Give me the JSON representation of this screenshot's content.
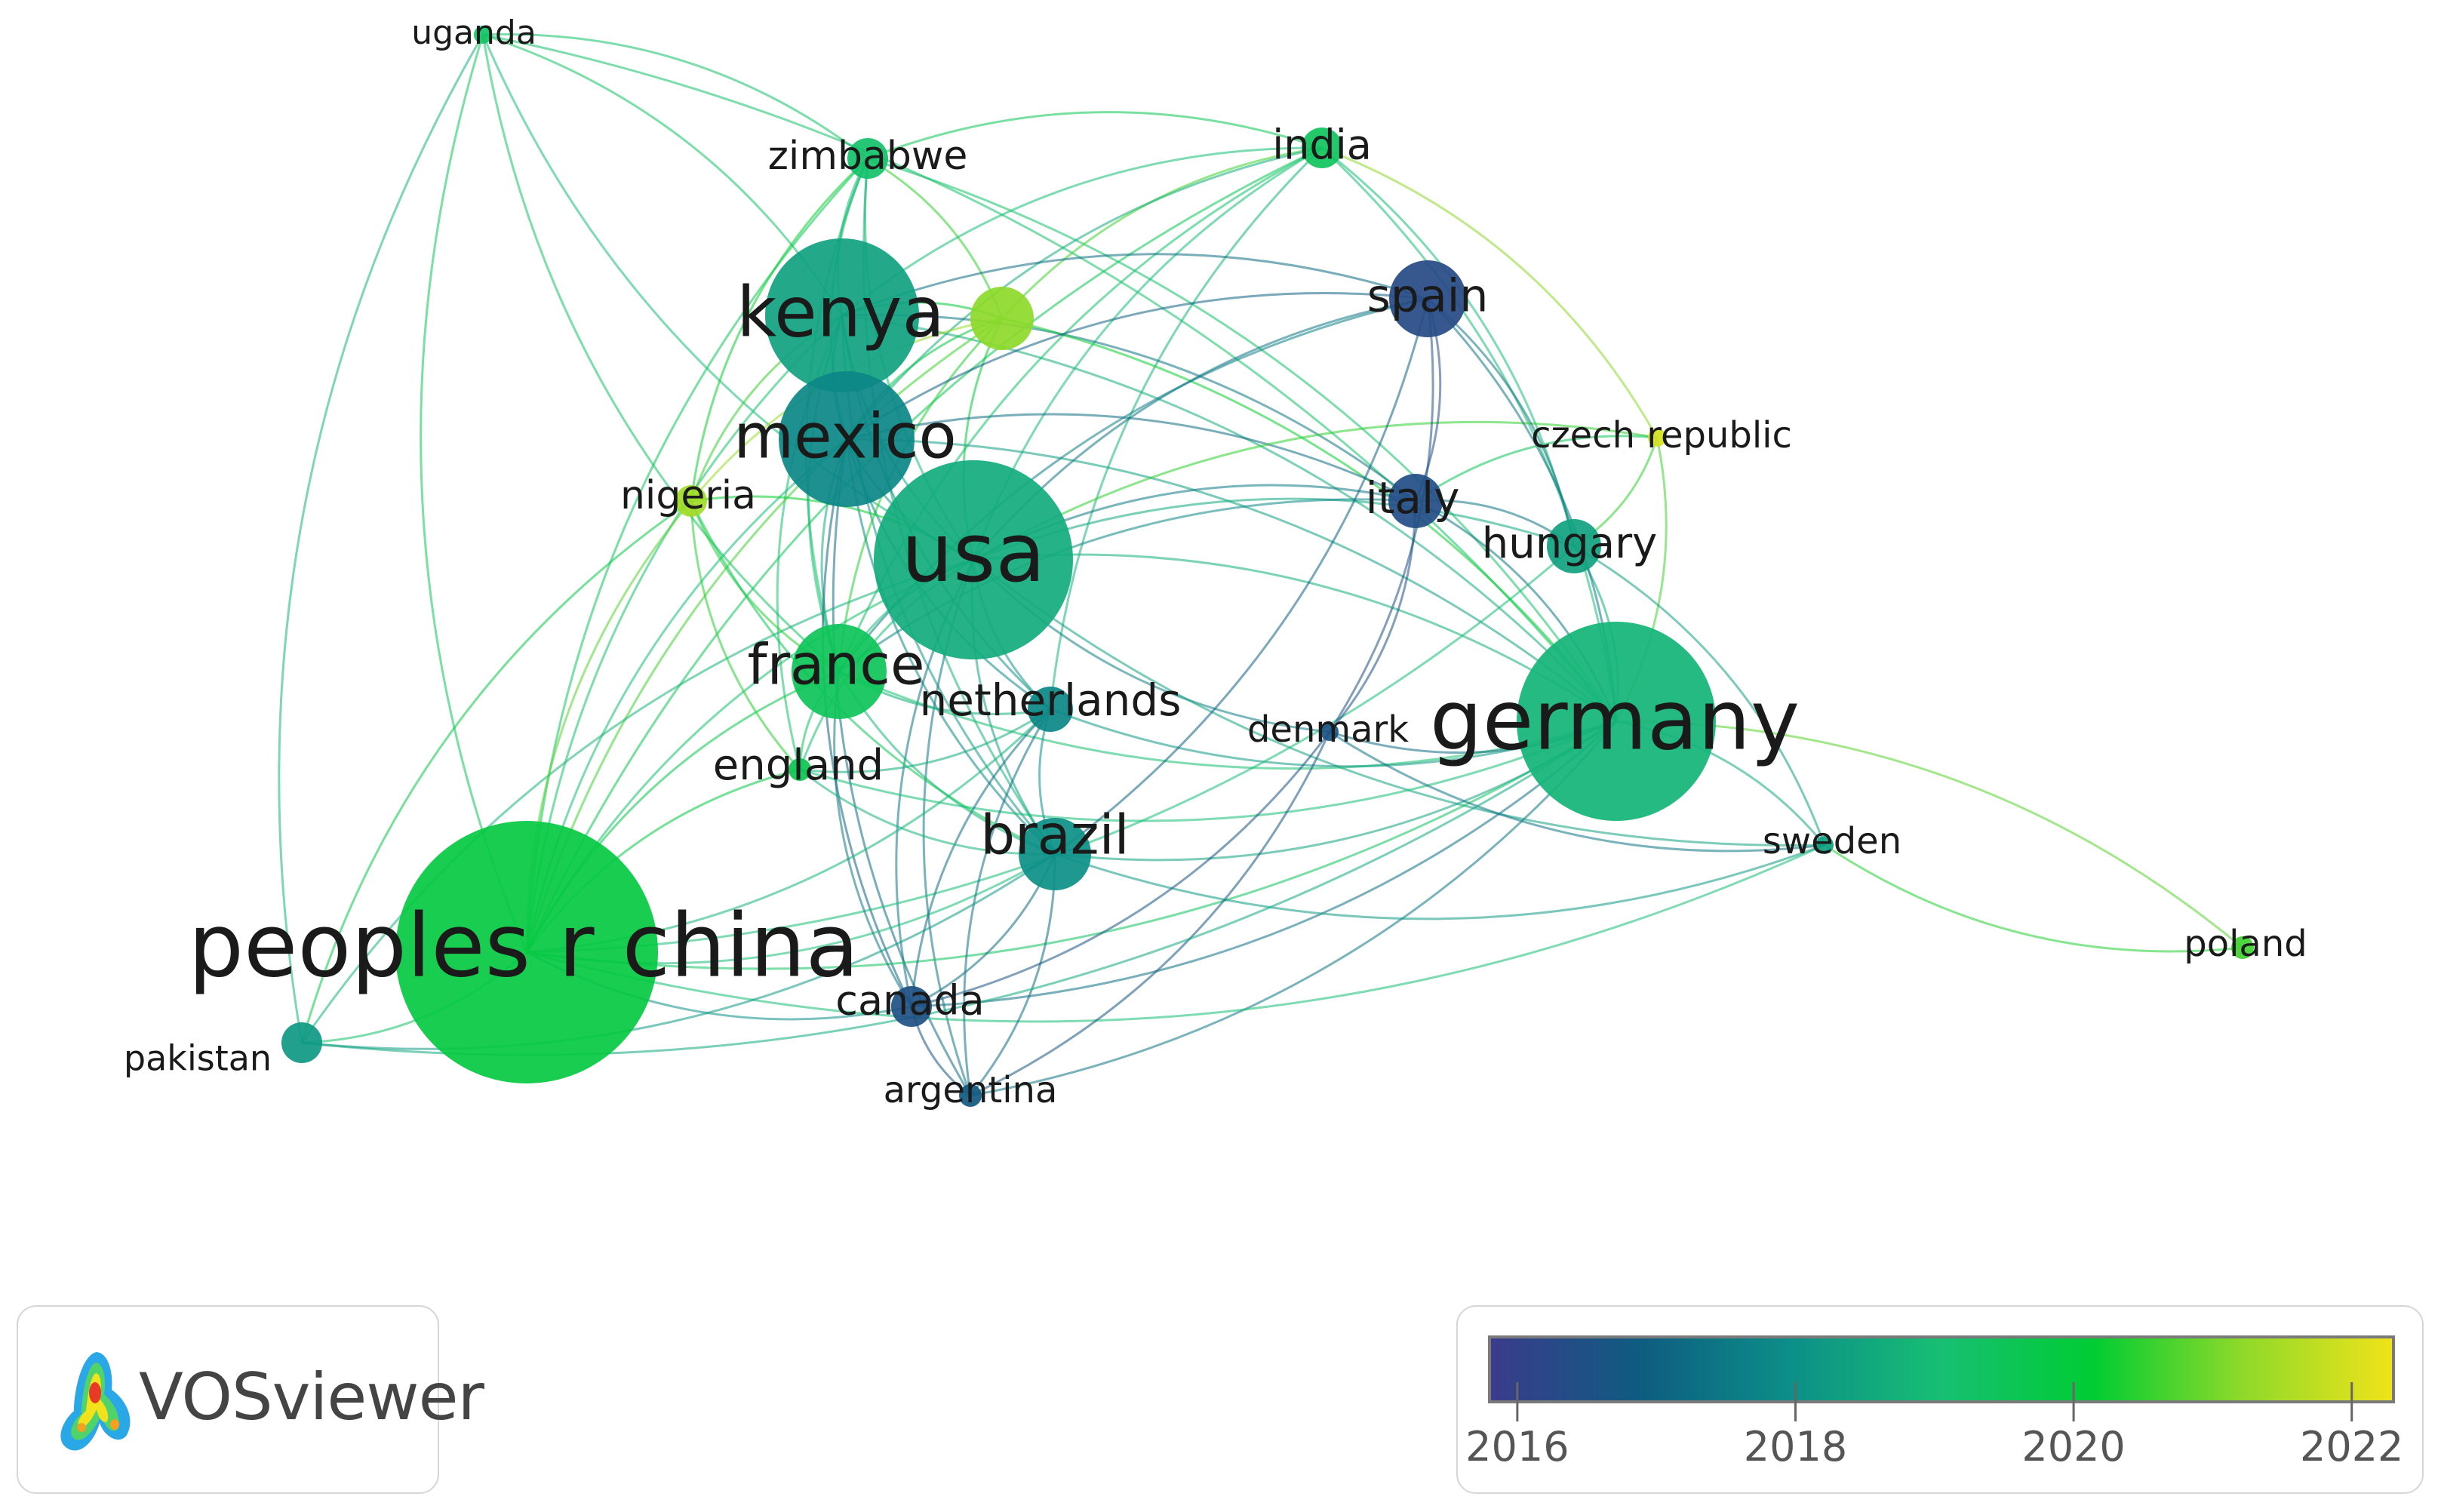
{
  "app": {
    "name": "VOSviewer",
    "logo_icon": "vosviewer-heatmap-logo-icon"
  },
  "legend": {
    "tick_labels": [
      "2016",
      "2018",
      "2020",
      "2022"
    ],
    "color_stops": [
      "#3b3b8c",
      "#0e5c80",
      "#0c8f88",
      "#17bf73",
      "#00cc33",
      "#8fd92a",
      "#f0e31a"
    ]
  },
  "chart_data": {
    "type": "network",
    "layout": "force-directed co-authorship map (countries)",
    "color_scale": {
      "metric": "average publication year",
      "ticks": [
        2016,
        2018,
        2020,
        2022
      ],
      "min": 2015.8,
      "max": 2022.3
    },
    "nodes": [
      {
        "id": "uganda",
        "label": "uganda",
        "weight": 0.4,
        "year": 2019.3,
        "label_size": "small"
      },
      {
        "id": "zimbabwe",
        "label": "zimbabwe",
        "weight": 0.9,
        "year": 2019.2,
        "label_size": "small"
      },
      {
        "id": "india",
        "label": "india",
        "weight": 0.9,
        "year": 2019.4,
        "label_size": "small"
      },
      {
        "id": "kenya",
        "label": "kenya",
        "weight": 3.4,
        "year": 2018.4,
        "label_size": "large"
      },
      {
        "id": "unlabeled-green",
        "label": "",
        "weight": 1.4,
        "year": 2021.2,
        "label_size": "none"
      },
      {
        "id": "spain",
        "label": "spain",
        "weight": 1.7,
        "year": 2016.3,
        "label_size": "medium"
      },
      {
        "id": "czech-republic",
        "label": "czech republic",
        "weight": 0.4,
        "year": 2022.0,
        "label_size": "small"
      },
      {
        "id": "mexico",
        "label": "mexico",
        "weight": 3.0,
        "year": 2017.8,
        "label_size": "large"
      },
      {
        "id": "nigeria",
        "label": "nigeria",
        "weight": 0.7,
        "year": 2021.4,
        "label_size": "small"
      },
      {
        "id": "italy",
        "label": "italy",
        "weight": 1.2,
        "year": 2016.4,
        "label_size": "medium"
      },
      {
        "id": "hungary",
        "label": "hungary",
        "weight": 1.2,
        "year": 2018.4,
        "label_size": "medium"
      },
      {
        "id": "usa",
        "label": "usa",
        "weight": 4.4,
        "year": 2018.6,
        "label_size": "xlarge"
      },
      {
        "id": "france",
        "label": "france",
        "weight": 2.1,
        "year": 2019.5,
        "label_size": "medium"
      },
      {
        "id": "netherlands",
        "label": "netherlands",
        "weight": 1.0,
        "year": 2017.8,
        "label_size": "small"
      },
      {
        "id": "denmark",
        "label": "denmark",
        "weight": 0.4,
        "year": 2016.6,
        "label_size": "small"
      },
      {
        "id": "germany",
        "label": "germany",
        "weight": 4.4,
        "year": 2018.8,
        "label_size": "xlarge"
      },
      {
        "id": "england",
        "label": "england",
        "weight": 0.5,
        "year": 2019.6,
        "label_size": "small"
      },
      {
        "id": "brazil",
        "label": "brazil",
        "weight": 1.6,
        "year": 2018.0,
        "label_size": "medium"
      },
      {
        "id": "sweden",
        "label": "sweden",
        "weight": 0.4,
        "year": 2018.3,
        "label_size": "small"
      },
      {
        "id": "peoples-r-china",
        "label": "peoples r china",
        "weight": 5.8,
        "year": 2019.9,
        "label_size": "xxlarge"
      },
      {
        "id": "poland",
        "label": "poland",
        "weight": 0.5,
        "year": 2020.6,
        "label_size": "small"
      },
      {
        "id": "canada",
        "label": "canada",
        "weight": 0.9,
        "year": 2016.5,
        "label_size": "small"
      },
      {
        "id": "pakistan",
        "label": "pakistan",
        "weight": 0.9,
        "year": 2018.2,
        "label_size": "small"
      },
      {
        "id": "argentina",
        "label": "argentina",
        "weight": 0.5,
        "year": 2016.8,
        "label_size": "small"
      }
    ],
    "edges": [
      [
        "uganda",
        "kenya",
        2019.3
      ],
      [
        "uganda",
        "zimbabwe",
        2019.2
      ],
      [
        "uganda",
        "usa",
        2019.0
      ],
      [
        "uganda",
        "peoples-r-china",
        2019.5
      ],
      [
        "uganda",
        "germany",
        2019.2
      ],
      [
        "uganda",
        "france",
        2019.3
      ],
      [
        "zimbabwe",
        "kenya",
        2019.0
      ],
      [
        "zimbabwe",
        "usa",
        2019.0
      ],
      [
        "zimbabwe",
        "germany",
        2019.2
      ],
      [
        "zimbabwe",
        "unlabeled-green",
        2020.5
      ],
      [
        "zimbabwe",
        "mexico",
        2018.8
      ],
      [
        "zimbabwe",
        "india",
        2019.6
      ],
      [
        "zimbabwe",
        "france",
        2019.3
      ],
      [
        "zimbabwe",
        "peoples-r-china",
        2019.5
      ],
      [
        "zimbabwe",
        "brazil",
        2018.8
      ],
      [
        "india",
        "kenya",
        2019.0
      ],
      [
        "india",
        "usa",
        2019.0
      ],
      [
        "india",
        "germany",
        2019.0
      ],
      [
        "india",
        "unlabeled-green",
        2020.6
      ],
      [
        "india",
        "mexico",
        2018.6
      ],
      [
        "india",
        "peoples-r-china",
        2019.6
      ],
      [
        "india",
        "hungary",
        2019.0
      ],
      [
        "india",
        "czech-republic",
        2021.2
      ],
      [
        "india",
        "france",
        2019.2
      ],
      [
        "india",
        "netherlands",
        2018.8
      ],
      [
        "kenya",
        "usa",
        2018.5
      ],
      [
        "kenya",
        "mexico",
        2018.0
      ],
      [
        "kenya",
        "germany",
        2018.6
      ],
      [
        "kenya",
        "peoples-r-china",
        2019.2
      ],
      [
        "kenya",
        "unlabeled-green",
        2020.0
      ],
      [
        "kenya",
        "france",
        2019.0
      ],
      [
        "kenya",
        "brazil",
        2018.2
      ],
      [
        "kenya",
        "nigeria",
        2020.5
      ],
      [
        "kenya",
        "spain",
        2017.2
      ],
      [
        "kenya",
        "italy",
        2017.4
      ],
      [
        "kenya",
        "england",
        2019.2
      ],
      [
        "kenya",
        "netherlands",
        2018.0
      ],
      [
        "unlabeled-green",
        "usa",
        2020.0
      ],
      [
        "unlabeled-green",
        "germany",
        2020.2
      ],
      [
        "unlabeled-green",
        "peoples-r-china",
        2020.6
      ],
      [
        "unlabeled-green",
        "mexico",
        2019.8
      ],
      [
        "unlabeled-green",
        "nigeria",
        2021.3
      ],
      [
        "unlabeled-green",
        "france",
        2020.4
      ],
      [
        "mexico",
        "usa",
        2018.2
      ],
      [
        "mexico",
        "germany",
        2018.3
      ],
      [
        "mexico",
        "peoples-r-china",
        2019.0
      ],
      [
        "mexico",
        "brazil",
        2017.8
      ],
      [
        "mexico",
        "france",
        2018.6
      ],
      [
        "mexico",
        "spain",
        2017.0
      ],
      [
        "mexico",
        "netherlands",
        2017.8
      ],
      [
        "mexico",
        "canada",
        2017.0
      ],
      [
        "mexico",
        "argentina",
        2017.2
      ],
      [
        "mexico",
        "italy",
        2017.2
      ],
      [
        "usa",
        "germany",
        2018.7
      ],
      [
        "usa",
        "peoples-r-china",
        2019.2
      ],
      [
        "usa",
        "france",
        2019.0
      ],
      [
        "usa",
        "brazil",
        2018.3
      ],
      [
        "usa",
        "netherlands",
        2018.2
      ],
      [
        "usa",
        "spain",
        2017.4
      ],
      [
        "usa",
        "italy",
        2017.5
      ],
      [
        "usa",
        "hungary",
        2018.5
      ],
      [
        "usa",
        "denmark",
        2017.6
      ],
      [
        "usa",
        "england",
        2019.0
      ],
      [
        "usa",
        "canada",
        2017.4
      ],
      [
        "usa",
        "sweden",
        2018.4
      ],
      [
        "usa",
        "nigeria",
        2020.2
      ],
      [
        "usa",
        "czech-republic",
        2020.5
      ],
      [
        "usa",
        "argentina",
        2017.4
      ],
      [
        "usa",
        "pakistan",
        2018.8
      ],
      [
        "germany",
        "peoples-r-china",
        2019.4
      ],
      [
        "germany",
        "france",
        2019.1
      ],
      [
        "germany",
        "brazil",
        2018.4
      ],
      [
        "germany",
        "hungary",
        2018.6
      ],
      [
        "germany",
        "sweden",
        2018.5
      ],
      [
        "germany",
        "denmark",
        2017.2
      ],
      [
        "germany",
        "spain",
        2017.4
      ],
      [
        "germany",
        "italy",
        2017.5
      ],
      [
        "germany",
        "netherlands",
        2018.2
      ],
      [
        "germany",
        "poland",
        2020.8
      ],
      [
        "germany",
        "czech-republic",
        2020.6
      ],
      [
        "germany",
        "england",
        2019.0
      ],
      [
        "germany",
        "canada",
        2017.3
      ],
      [
        "germany",
        "argentina",
        2017.4
      ],
      [
        "peoples-r-china",
        "france",
        2019.7
      ],
      [
        "peoples-r-china",
        "brazil",
        2019.0
      ],
      [
        "peoples-r-china",
        "pakistan",
        2019.2
      ],
      [
        "peoples-r-china",
        "england",
        2019.8
      ],
      [
        "peoples-r-china",
        "nigeria",
        2020.8
      ],
      [
        "peoples-r-china",
        "netherlands",
        2018.8
      ],
      [
        "peoples-r-china",
        "canada",
        2018.0
      ],
      [
        "peoples-r-china",
        "sweden",
        2019.0
      ],
      [
        "peoples-r-china",
        "hungary",
        2019.0
      ],
      [
        "france",
        "brazil",
        2018.8
      ],
      [
        "france",
        "netherlands",
        2018.6
      ],
      [
        "france",
        "england",
        2019.5
      ],
      [
        "france",
        "spain",
        2017.6
      ],
      [
        "france",
        "italy",
        2017.8
      ],
      [
        "france",
        "nigeria",
        2020.4
      ],
      [
        "france",
        "canada",
        2017.5
      ],
      [
        "brazil",
        "netherlands",
        2018.0
      ],
      [
        "brazil",
        "canada",
        2017.2
      ],
      [
        "brazil",
        "argentina",
        2017.2
      ],
      [
        "brazil",
        "sweden",
        2018.2
      ],
      [
        "brazil",
        "spain",
        2017.0
      ],
      [
        "spain",
        "italy",
        2016.4
      ],
      [
        "spain",
        "denmark",
        2016.5
      ],
      [
        "spain",
        "hungary",
        2017.4
      ],
      [
        "italy",
        "denmark",
        2016.5
      ],
      [
        "italy",
        "hungary",
        2017.4
      ],
      [
        "italy",
        "czech-republic",
        2019.5
      ],
      [
        "hungary",
        "czech-republic",
        2020.5
      ],
      [
        "hungary",
        "sweden",
        2018.3
      ],
      [
        "sweden",
        "poland",
        2020.4
      ],
      [
        "sweden",
        "denmark",
        2017.4
      ],
      [
        "canada",
        "argentina",
        2016.6
      ],
      [
        "canada",
        "denmark",
        2016.6
      ],
      [
        "argentina",
        "denmark",
        2016.7
      ],
      [
        "netherlands",
        "canada",
        2017.2
      ],
      [
        "netherlands",
        "argentina",
        2017.3
      ],
      [
        "pakistan",
        "nigeria",
        2019.8
      ],
      [
        "pakistan",
        "uganda",
        2018.8
      ],
      [
        "pakistan",
        "brazil",
        2018.2
      ],
      [
        "pakistan",
        "germany",
        2018.5
      ],
      [
        "nigeria",
        "england",
        2020.4
      ],
      [
        "nigeria",
        "brazil",
        2019.6
      ],
      [
        "nigeria",
        "zimbabwe",
        2020.2
      ],
      [
        "england",
        "netherlands",
        2018.6
      ],
      [
        "england",
        "brazil",
        2018.8
      ]
    ]
  }
}
